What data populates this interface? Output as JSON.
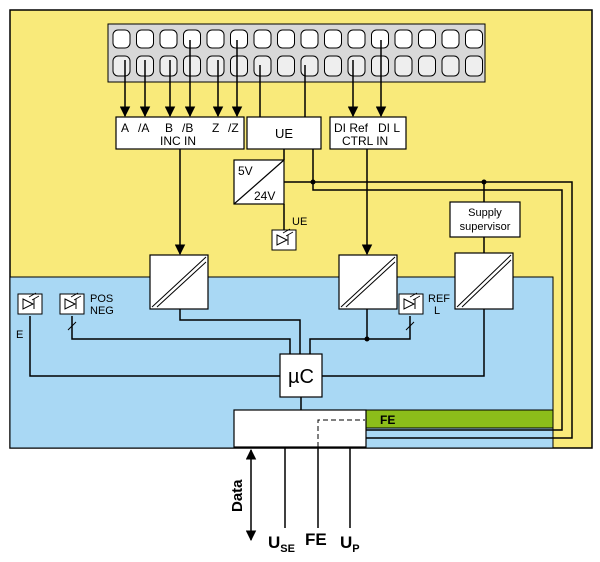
{
  "colors": {
    "yellow": "#f9ea7a",
    "blue": "#a9d8f4",
    "green": "#8cbd1a",
    "line": "#000000",
    "terminal_gray": "#d8d8d8"
  },
  "inc_block": {
    "signals": [
      "A",
      "/A",
      "B",
      "/B",
      "Z",
      "/Z"
    ],
    "caption": "INC IN"
  },
  "ue_block": {
    "label": "UE"
  },
  "ctrl_block": {
    "signals": [
      "DI Ref",
      "DI L"
    ],
    "caption": "CTRL IN"
  },
  "converter": {
    "in_label": "5V",
    "out_label": "24V"
  },
  "leds": {
    "ue": "UE",
    "e": "E",
    "pos_neg": [
      "POS",
      "NEG"
    ],
    "ref_l": [
      "REF",
      "L"
    ]
  },
  "supervisor": {
    "line1": "Supply",
    "line2": "supervisor"
  },
  "mcu": {
    "label": "µC"
  },
  "fe_bar": {
    "label": "FE"
  },
  "bottom": {
    "data": "Data",
    "use_main": "U",
    "use_sub": "SE",
    "fe": "FE",
    "up_main": "U",
    "up_sub": "P"
  }
}
